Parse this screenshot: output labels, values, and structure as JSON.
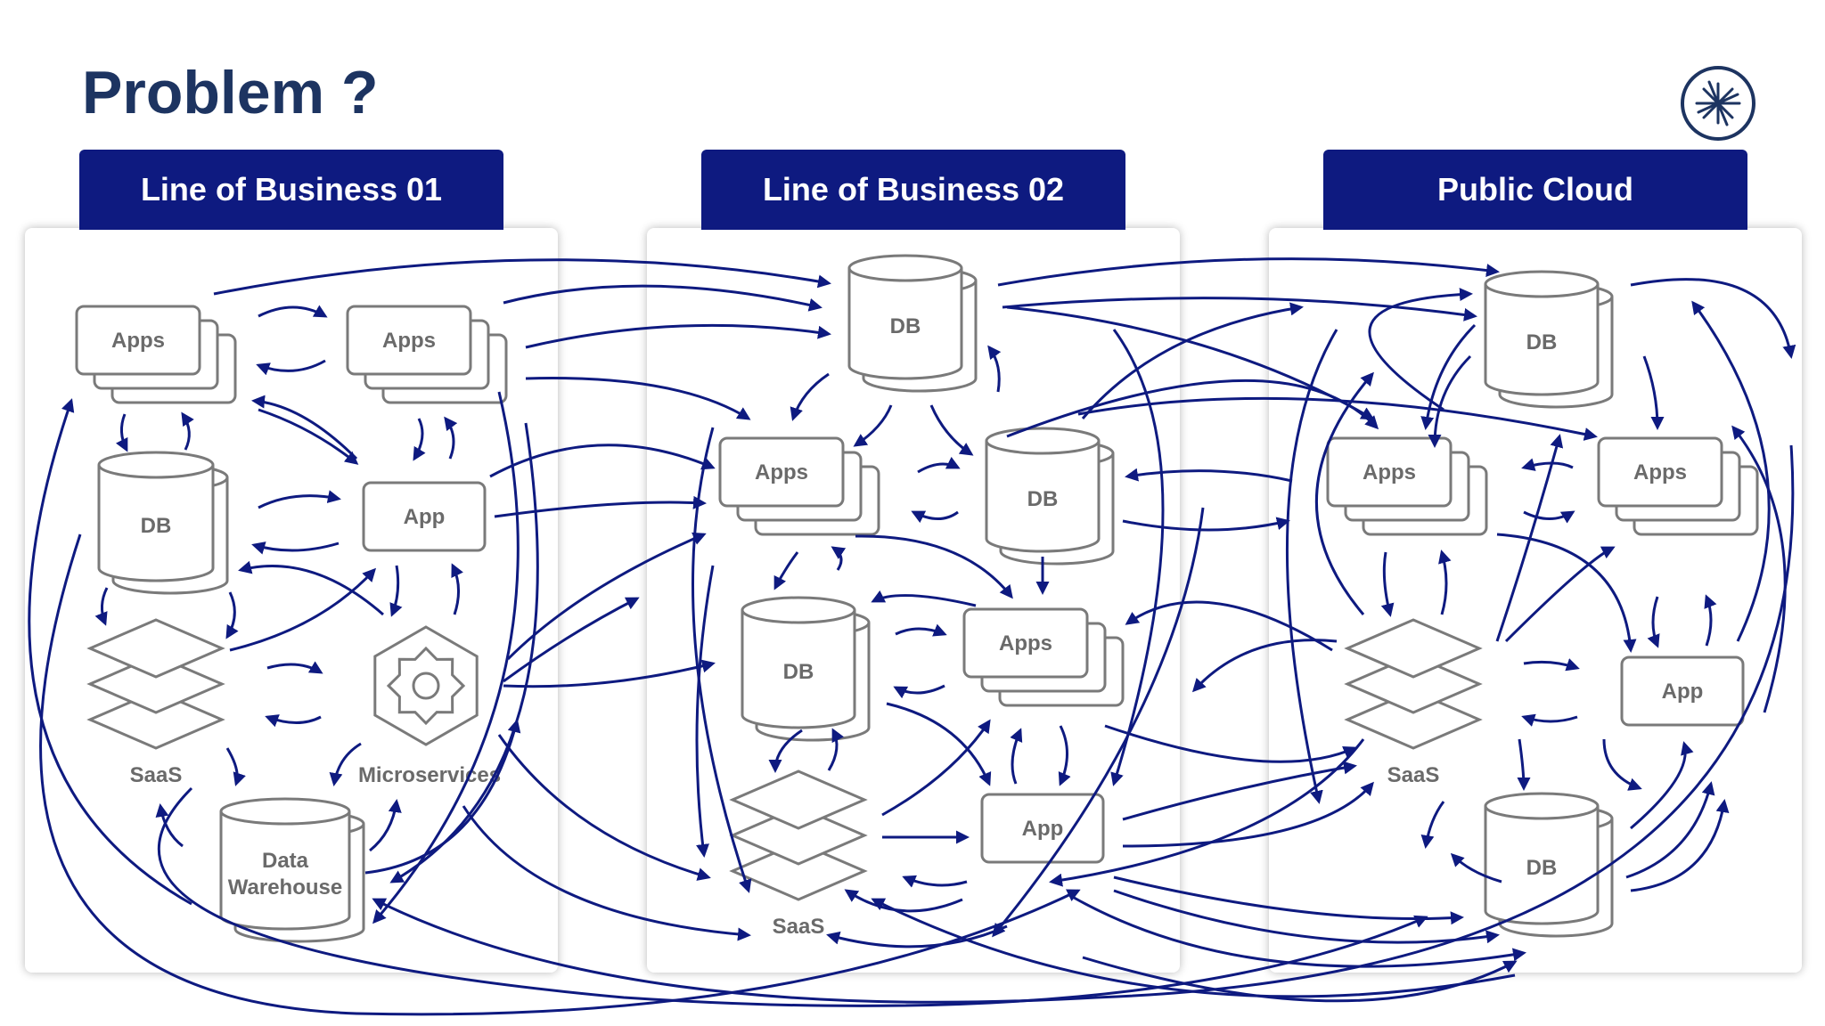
{
  "title": "Problem ?",
  "accent_color": "#0e1a80",
  "title_color": "#1d3461",
  "logo_icon": "starburst-logo-icon",
  "panels": [
    {
      "id": "lob1",
      "header": "Line of Business 01"
    },
    {
      "id": "lob2",
      "header": "Line of Business 02"
    },
    {
      "id": "cloud",
      "header": "Public Cloud"
    }
  ],
  "nodes": {
    "lob1_apps_a": "Apps",
    "lob1_apps_b": "Apps",
    "lob1_db": "DB",
    "lob1_app": "App",
    "lob1_saas": "SaaS",
    "lob1_microservices": "Microservices",
    "lob1_dw_line1": "Data",
    "lob1_dw_line2": "Warehouse",
    "lob2_db_top": "DB",
    "lob2_apps": "Apps",
    "lob2_db_mid": "DB",
    "lob2_db_left": "DB",
    "lob2_apps_b": "Apps",
    "lob2_app": "App",
    "lob2_saas": "SaaS",
    "cloud_db_top": "DB",
    "cloud_apps_a": "Apps",
    "cloud_apps_b": "Apps",
    "cloud_saas": "SaaS",
    "cloud_app": "App",
    "cloud_db_bottom": "DB"
  }
}
